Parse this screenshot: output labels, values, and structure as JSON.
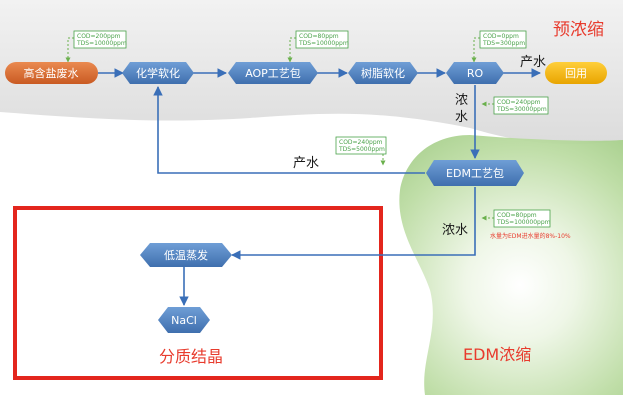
{
  "nodes": {
    "feed": "高含盐废水",
    "chem_soft": "化学软化",
    "aop": "AOP工艺包",
    "resin": "树脂软化",
    "ro": "RO",
    "reuse": "回用",
    "edm": "EDM工艺包",
    "evap": "低温蒸发",
    "nacl": "NaCl"
  },
  "notes": {
    "feed_l1": "COD=200ppm",
    "feed_l2": "TDS=10000ppm",
    "aop_l1": "COD=80ppm",
    "aop_l2": "TDS=10000ppm",
    "ro_l1": "COD=0ppm",
    "ro_l2": "TDS=300ppm",
    "roconc_l1": "COD=240ppm",
    "roconc_l2": "TDS=30000ppm",
    "edmprod_l1": "COD=240ppm",
    "edmprod_l2": "TDS=5000ppm",
    "edmconc_l1": "COD=80ppm",
    "edmconc_l2": "TDS=100000ppm",
    "edm_ratio": "水量为EDM进水量的8%-10%"
  },
  "edge_labels": {
    "ro_product": "产水",
    "ro_conc_1": "浓",
    "ro_conc_2": "水",
    "edm_product": "产水",
    "edm_conc": "浓水"
  },
  "regions": {
    "pre_concentration": "预浓缩",
    "fractional_crystallization": "分质结晶",
    "edm_concentration": "EDM浓缩"
  },
  "colors": {
    "node_blue": "#4f7fc0",
    "feed_orange": "#d9692e",
    "reuse_yellow": "#f2b300",
    "note_green": "#4aa24a",
    "arrow_blue": "#3a6fb8",
    "frame_red": "#e3261d",
    "region_green": "#a8d08d"
  }
}
